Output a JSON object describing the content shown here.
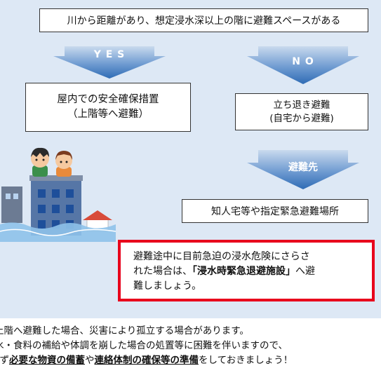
{
  "question": "川から距離があり、想定浸水深以上の階に避難スペースがある",
  "yes_label": "Y E S",
  "no_label": "N O",
  "yes_result": {
    "line1": "屋内での安全確保措置",
    "line2": "（上階等へ避難）"
  },
  "no_result": {
    "line1": "立ち退き避難",
    "line2": "(自宅から避難)"
  },
  "destination_label": "避難先",
  "destination": "知人宅等や指定緊急避難場所",
  "warning": {
    "part1": "避難途中に目前急迫の浸水危険にさらさ",
    "part2": "れた場合は、",
    "highlight": "「浸水時緊急退避施設」",
    "part3": "へ避",
    "part4": "難しましょう。"
  },
  "note": {
    "line1": "上階へ避難した場合、災害により孤立する場合があります。",
    "line2": "水・食料の補給や体調を崩した場合の処置等に困難を伴いますので、",
    "line3_a": "必ず",
    "line3_b": "必要な物資の備蓄",
    "line3_c": "や",
    "line3_d": "連絡体制の確保等の準備",
    "line3_e": "をしておきましょう！"
  },
  "colors": {
    "panel": "#dde8f5",
    "arrow_top": "#b7cde6",
    "arrow_bottom": "#3d79bf",
    "warning_border": "#e8001c"
  }
}
